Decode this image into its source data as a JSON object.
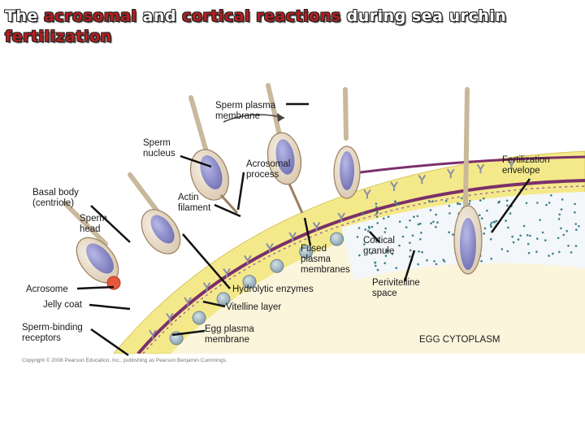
{
  "title": {
    "w1": "The",
    "w2": "acrosomal",
    "w3": "and",
    "w4": "cortical reactions",
    "w5": "during sea urchin",
    "w6": "fertilization"
  },
  "labels": {
    "sperm_plasma_membrane": [
      "Sperm plasma",
      "membrane"
    ],
    "sperm_nucleus": [
      "Sperm",
      "nucleus"
    ],
    "acrosomal_process": [
      "Acrosomal",
      "process"
    ],
    "fertilization_envelope": [
      "Fertilization",
      "envelope"
    ],
    "basal_body": [
      "Basal body",
      "(centriole)"
    ],
    "actin_filament": [
      "Actin",
      "filament"
    ],
    "sperm_head": [
      "Sperm",
      "head"
    ],
    "fused_plasma_membranes": [
      "Fused",
      "plasma",
      "membranes"
    ],
    "cortical_granule": [
      "Cortical",
      "granule"
    ],
    "acrosome": "Acrosome",
    "hydrolytic_enzymes": "Hydrolytic enzymes",
    "perivitelline_space": [
      "Perivitelline",
      "space"
    ],
    "jelly_coat": "Jelly coat",
    "vitelline_layer": "Vitelline layer",
    "sperm_binding_receptors": [
      "Sperm-binding",
      "receptors"
    ],
    "egg_plasma_membrane": [
      "Egg plasma",
      "membrane"
    ],
    "egg_cytoplasm": "EGG CYTOPLASM"
  },
  "copyright": "Copyright © 2008 Pearson Education, Inc., publishing as Pearson Benjamin Cummings.",
  "colors": {
    "title_accent": "#b31f1f",
    "jelly_coat": "#f4e98a",
    "cytoplasm": "#fbf5dc",
    "membrane": "#7b2f6a",
    "sperm_head": "#e9dcc8",
    "nucleus": "#8f8fcb",
    "granule": "#9fb4bf",
    "receptor": "#8a8fa6"
  }
}
